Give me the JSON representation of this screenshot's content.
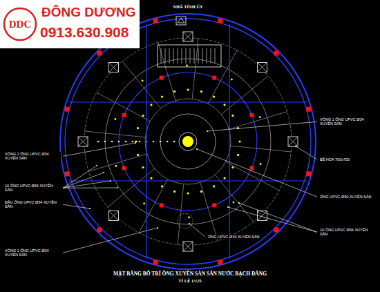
{
  "diagram": {
    "title": "MẶT BẰNG BỐ TRÍ ỐNG XUYÊN SÀN SÂN NƯỚC BẠCH ĐẰNG",
    "caption": "TỈ LỆ 1/125",
    "nodes": [
      {
        "text": [
          "ĐÔNG DƯƠNG",
          "0913.630.908"
        ]
      },
      {
        "text": [
          "DDC"
        ],
        "in": 0
      }
    ],
    "labels": [
      "NHÀ TỈNH ỦY",
      "VÒNG 2 ỐNG UPVC Ø34 XUYÊN SÀN",
      "10 ỐNG UPVC Ø34 XUYÊN SÀN",
      "ĐẦU ỐNG UPVC Ø34 XUYÊN SÀN",
      "VÒNG 1 ỐNG UPVC Ø34 XUYÊN SÀN",
      "VÒNG 1 ỐNG UPVC Ø34 XUYÊN SÀN",
      "BỂ HOA 700x700",
      "ỐNG UPVC Ø90 XUYÊN SÀN",
      "10 ỐNG UPVC Ø34 XUYÊN SÀN",
      "ỐNG UPVC Ø34 XUYÊN SÀN"
    ]
  }
}
